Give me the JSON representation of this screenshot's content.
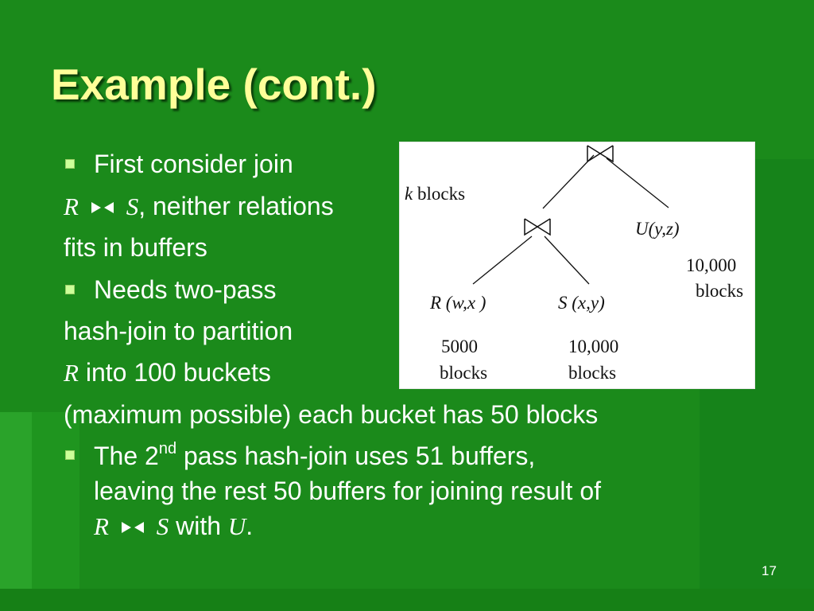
{
  "slide": {
    "title": "Example (cont.)",
    "page_number": "17",
    "colors": {
      "background": "#1b8a1b",
      "title": "#ffff99",
      "text": "#ffffff",
      "bullet": "#ccff99"
    },
    "bullets": [
      {
        "line1": "First consider join",
        "line2": {
          "r": "R",
          "s": "S",
          "rest": ", neither relations"
        },
        "line3": "fits in buffers"
      },
      {
        "line1": "Needs two-pass",
        "line2": "hash-join to partition",
        "line3": {
          "r": "R",
          "rest": " into 100 buckets"
        },
        "line4": "(maximum possible) each bucket has 50 blocks"
      },
      {
        "line1": {
          "pre": "The 2",
          "sup": "nd",
          "post": " pass hash-join uses 51 buffers,"
        },
        "line2": "leaving the rest 50 buffers for joining result of",
        "line3": {
          "r": "R",
          "s": "S",
          "mid": " with ",
          "u": "U",
          "end": "."
        }
      }
    ],
    "figure": {
      "k_var": "k",
      "k_label": " blocks",
      "u_node": "U(y,z)",
      "u_size_1": "10,000",
      "u_size_2": "blocks",
      "r_node": "R (w,x )",
      "r_size_1": "5000",
      "r_size_2": "blocks",
      "s_node": "S (x,y)",
      "s_size_1": "10,000",
      "s_size_2": "blocks"
    }
  }
}
